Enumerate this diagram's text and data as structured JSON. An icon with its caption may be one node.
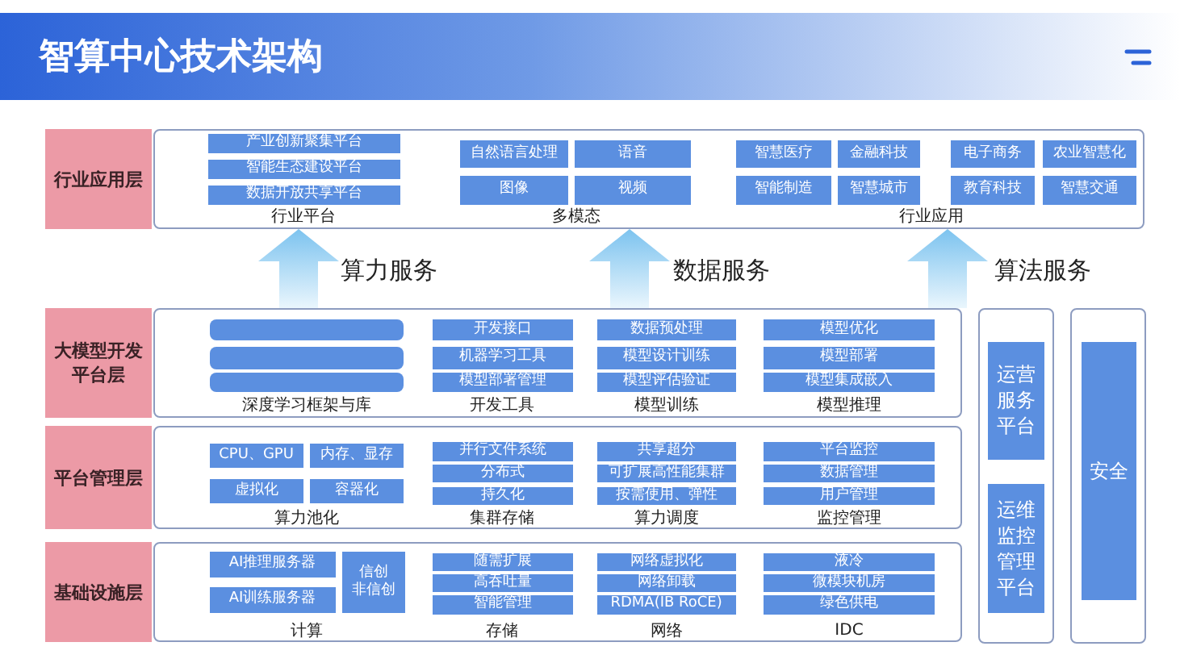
{
  "diagram": {
    "title": "智算中心技术架构",
    "nodes": [
      {
        "text": [
          "行业应用层"
        ]
      },
      {
        "text": [],
        "shape": "box"
      },
      {
        "text": [
          "产业创新聚集平台"
        ],
        "in": 1
      },
      {
        "text": [
          "智能生态建设平台"
        ],
        "in": 1
      },
      {
        "text": [
          "数据开放共享平台"
        ],
        "in": 1
      },
      {
        "text": [
          "自然语言处理"
        ],
        "in": 1
      },
      {
        "text": [
          "语音"
        ],
        "in": 1
      },
      {
        "text": [
          "图像"
        ],
        "in": 1
      },
      {
        "text": [
          "视频"
        ],
        "in": 1
      },
      {
        "text": [
          "智慧医疗"
        ],
        "in": 1
      },
      {
        "text": [
          "金融科技"
        ],
        "in": 1
      },
      {
        "text": [
          "电子商务"
        ],
        "in": 1
      },
      {
        "text": [
          "农业智慧化"
        ],
        "in": 1
      },
      {
        "text": [
          "智能制造"
        ],
        "in": 1
      },
      {
        "text": [
          "智慧城市"
        ],
        "in": 1
      },
      {
        "text": [
          "教育科技"
        ],
        "in": 1
      },
      {
        "text": [
          "智慧交通"
        ],
        "in": 1
      },
      {
        "text": [
          "大模型开发平台层"
        ]
      },
      {
        "text": [],
        "shape": "box"
      },
      {
        "text": [],
        "shape": "box",
        "in": 18
      },
      {
        "text": [],
        "shape": "box",
        "in": 18
      },
      {
        "text": [],
        "shape": "box",
        "in": 18
      },
      {
        "text": [
          "开发接口"
        ],
        "in": 18
      },
      {
        "text": [
          "机器学习工具"
        ],
        "in": 18
      },
      {
        "text": [
          "模型部署管理"
        ],
        "in": 18
      },
      {
        "text": [
          "数据预处理"
        ],
        "in": 18
      },
      {
        "text": [
          "模型设计训练"
        ],
        "in": 18
      },
      {
        "text": [
          "模型评估验证"
        ],
        "in": 18
      },
      {
        "text": [
          "模型优化"
        ],
        "in": 18
      },
      {
        "text": [
          "模型部署"
        ],
        "in": 18
      },
      {
        "text": [
          "模型集成嵌入"
        ],
        "in": 18
      },
      {
        "text": [
          "平台管理层"
        ]
      },
      {
        "text": [],
        "shape": "box"
      },
      {
        "text": [
          "CPU、GPU"
        ],
        "in": 32
      },
      {
        "text": [
          "内存、显存"
        ],
        "in": 32
      },
      {
        "text": [
          "虚拟化"
        ],
        "in": 32
      },
      {
        "text": [
          "容器化"
        ],
        "in": 32
      },
      {
        "text": [
          "并行文件系统"
        ],
        "in": 32
      },
      {
        "text": [
          "分布式"
        ],
        "in": 32
      },
      {
        "text": [
          "持久化"
        ],
        "in": 32
      },
      {
        "text": [
          "共享超分"
        ],
        "in": 32
      },
      {
        "text": [
          "可扩展高性能集群"
        ],
        "in": 32
      },
      {
        "text": [
          "按需使用、弹性"
        ],
        "in": 32
      },
      {
        "text": [
          "平台监控"
        ],
        "in": 32
      },
      {
        "text": [
          "数据管理"
        ],
        "in": 32
      },
      {
        "text": [
          "用户管理"
        ],
        "in": 32
      },
      {
        "text": [
          "基础设施层"
        ]
      },
      {
        "text": [],
        "shape": "box"
      },
      {
        "text": [
          "AI推理服务器"
        ],
        "in": 47
      },
      {
        "text": [
          "AI训练服务器"
        ],
        "in": 47
      },
      {
        "text": [
          "信创",
          "非信创"
        ],
        "in": 47
      },
      {
        "text": [
          "随需扩展"
        ],
        "in": 47
      },
      {
        "text": [
          "高吞吐量"
        ],
        "in": 47
      },
      {
        "text": [
          "智能管理"
        ],
        "in": 47
      },
      {
        "text": [
          "网络虚拟化"
        ],
        "in": 47
      },
      {
        "text": [
          "网络卸载"
        ],
        "in": 47
      },
      {
        "text": [
          "RDMA(IB RoCE)"
        ],
        "in": 47
      },
      {
        "text": [
          "液冷"
        ],
        "in": 47
      },
      {
        "text": [
          "微模块机房"
        ],
        "in": 47
      },
      {
        "text": [
          "绿色供电"
        ],
        "in": 47
      },
      {
        "text": [],
        "shape": "box"
      },
      {
        "text": [
          "运营服务平台"
        ],
        "in": 60
      },
      {
        "text": [
          "运维监控管理平台"
        ],
        "in": 60
      },
      {
        "text": [],
        "shape": "box"
      },
      {
        "text": [
          "安全"
        ],
        "in": 63
      }
    ],
    "edges": [
      {
        "from": 18,
        "to": 1,
        "arrow": "to",
        "label": "算力服务"
      },
      {
        "from": 18,
        "to": 1,
        "arrow": "to",
        "label": "数据服务"
      },
      {
        "from": 18,
        "to": 1,
        "arrow": "to",
        "label": "算法服务"
      }
    ],
    "labels": [
      "行业平台",
      "多模态",
      "行业应用",
      "深度学习框架与库",
      "开发工具",
      "模型训练",
      "模型推理",
      "算力池化",
      "集群存储",
      "算力调度",
      "监控管理",
      "计算",
      "存储",
      "网络",
      "IDC"
    ]
  }
}
